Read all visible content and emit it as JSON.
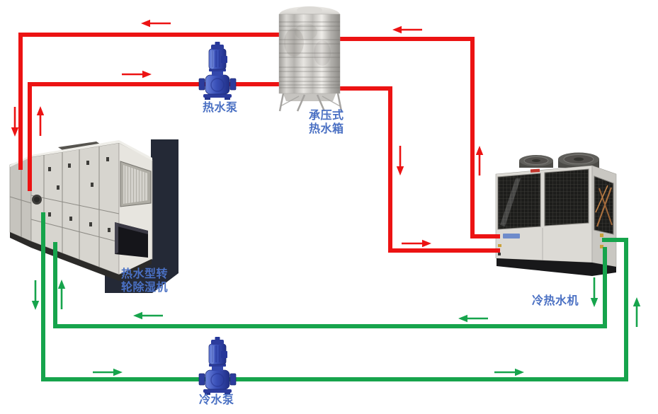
{
  "diagram": {
    "type": "hot-water-dehumidification-system-piping-diagram",
    "background": "#ffffff",
    "colors": {
      "hot_pipe": "#ec1313",
      "cold_pipe": "#16a44c",
      "label": "#4a70c3"
    },
    "labels": {
      "hot_pump": "热水泵",
      "tank_line1": "承压式",
      "tank_line2": "热水箱",
      "dehum_line1": "热水型转",
      "dehum_line2": "轮除湿机",
      "chiller": "冷热水机",
      "cold_pump": "冷水泵"
    }
  }
}
